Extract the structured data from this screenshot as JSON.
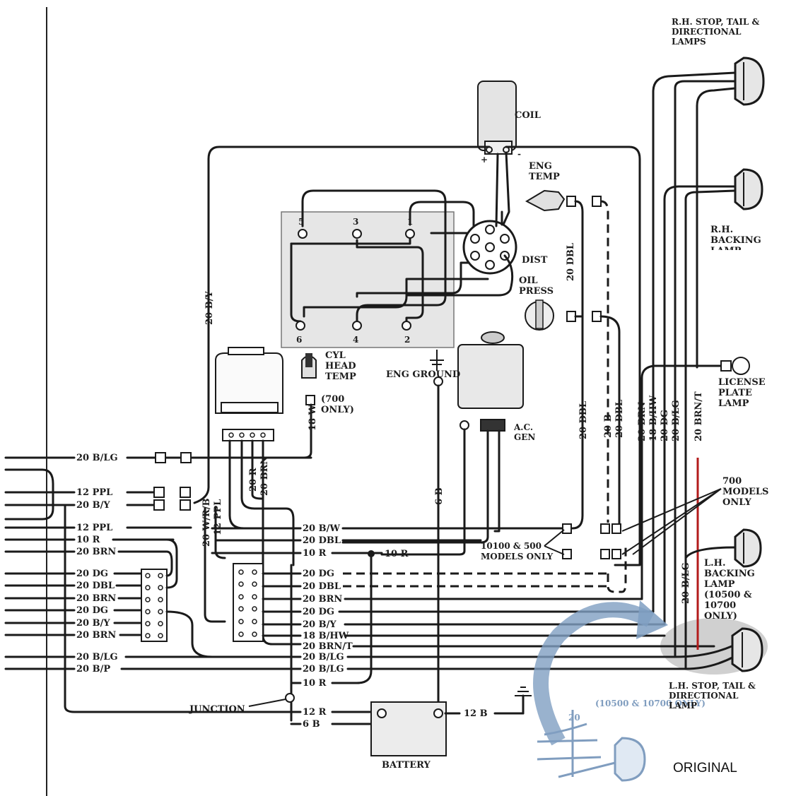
{
  "components": {
    "coil": "COIL",
    "coil_plus": "+",
    "coil_minus": "-",
    "eng_temp": "ENG TEMP",
    "dist": "DIST",
    "oil_press": "OIL PRESS",
    "cyl_head_temp": "CYL HEAD TEMP",
    "eng_ground": "ENG GROUND",
    "ac_gen": "A.C. GEN",
    "seven_hundred_only": "(700 ONLY)",
    "junction": "JUNCTION",
    "battery": "BATTERY",
    "rh_stop": "R.H. STOP, TAIL & DIRECTIONAL LAMPS",
    "rh_backing": "R.H. BACKING LAMP",
    "license": "LICENSE PLATE LAMP",
    "seven_hundred_models": "700 MODELS ONLY",
    "lh_backing": "L.H. BACKING LAMP (10500 & 10700 ONLY)",
    "lh_stop": "L.H. STOP, TAIL & DIRECTIONAL LAMP",
    "models_10100": "10100 & 500 MODELS ONLY",
    "original": "ORIGINAL",
    "inset_text": "(10500 & 10700 ONLY)",
    "inset_20": "20"
  },
  "plug_numbers": [
    "5",
    "3",
    "1",
    "6",
    "4",
    "2"
  ],
  "left_wires": [
    "20 B/LG",
    "12 PPL",
    "20 B/Y",
    "12 PPL",
    "10 R",
    "20 BRN",
    "20 DG",
    "20 DBL",
    "20 BRN",
    "20 DG",
    "20 B/Y",
    "20 BRN",
    "20 B/LG",
    "20 B/P"
  ],
  "center_wires": [
    "20 B/W",
    "20 DBL",
    "10 R",
    "20 DG",
    "20 DBL",
    "20 BRN",
    "20 DG",
    "20 B/Y",
    "18 B/HW",
    "20 BRN/T",
    "20 B/LG",
    "20 B/LG",
    "10 R",
    "12 R",
    "6 B"
  ],
  "misc_wires": {
    "ten_r_right": "10 R",
    "twelve_b": "12 B",
    "six_b_vert": "6 B"
  },
  "vertical_wires": [
    "20 B/Y",
    "18 W",
    "20 R",
    "20 BRN",
    "20 W/R/B",
    "12 PPL",
    "20 DBL",
    "20 DBL",
    "20 B",
    "20 DBL",
    "20 BRN",
    "18 B/HW",
    "20 DG",
    "20 B/LG",
    "20 BRN/T",
    "20 B/LG"
  ],
  "colors": {
    "ink": "#1a1a1a",
    "highlight_wire": "#b31b1b",
    "arrow": "#7f9fc2",
    "callout": "#d0d0d0",
    "plug": "#e6e6e6"
  }
}
